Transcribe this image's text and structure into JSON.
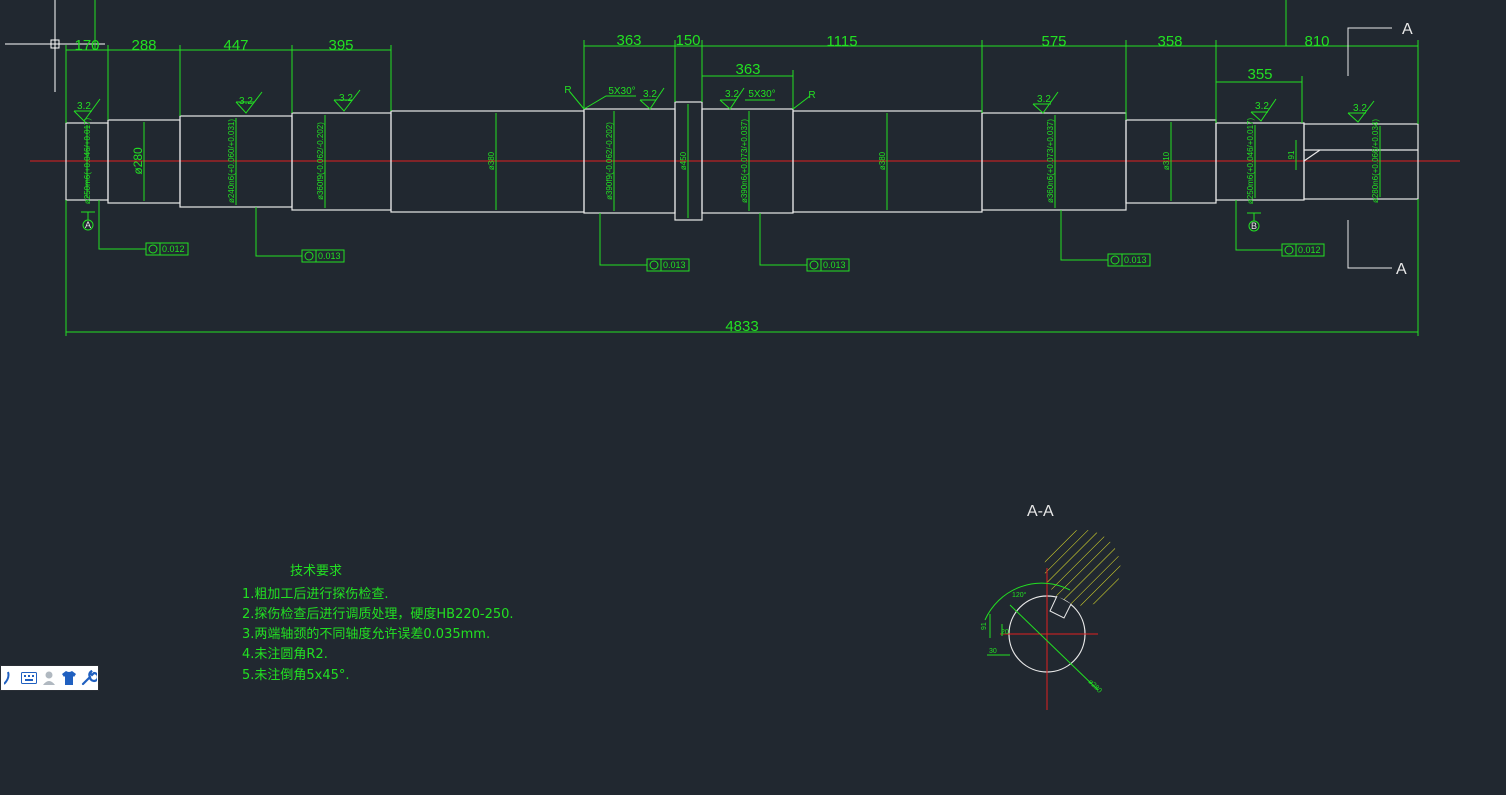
{
  "colors": {
    "background": "#212830",
    "dim": "#22e022",
    "part": "#e8e8e8",
    "centerline": "#e02020",
    "hatch": "#e8e82a",
    "cursor": "#ffffff"
  },
  "top_dims": [
    "170",
    "288",
    "447",
    "395",
    "363",
    "150",
    "1115",
    "575",
    "358",
    "810"
  ],
  "inner_dims": {
    "left_363": "363",
    "right_355": "355"
  },
  "overall_length": "4833",
  "roughness": "3.2",
  "chamfer_label": "5X30°",
  "small_r": "R",
  "section_marks": {
    "top": "A",
    "bottom": "A",
    "view_title": "A-A"
  },
  "datums": {
    "a": "A",
    "b": "B"
  },
  "diameters": [
    "ø250m6(+0.046/+0.017)",
    "ø280",
    "ø240n6(+0.060/+0.031)",
    "ø360f9(-0.062/-0.202)",
    "ø380",
    "ø390f9(-0.062/-0.202)",
    "ø450",
    "ø390n6(+0.073/+0.037)",
    "ø380",
    "ø360n6(+0.073/+0.037)",
    "ø310",
    "ø250m6(+0.046/+0.017)",
    "ø280n6(+0.066/+0.034)"
  ],
  "tolerance_frames": [
    "0.012",
    "0.013",
    "0.013",
    "0.013",
    "0.013",
    "0.012"
  ],
  "section_dims": {
    "angle": "120°",
    "height": "91",
    "width": "20",
    "offset": "30",
    "dia": "ø280"
  },
  "keyway_dim": "91",
  "notes": {
    "title": "技术要求",
    "items": [
      "1.粗加工后进行探伤检查.",
      "2.探伤检查后进行调质处理，硬度HB220-250.",
      "3.两端轴颈的不同轴度允许误差0.035mm.",
      "4.未注圆角R2.",
      "5.未注倒角5x45°."
    ]
  },
  "toolbar": {
    "icons": [
      "pen-icon",
      "keyboard-icon",
      "user-icon",
      "shirt-icon",
      "wrench-icon"
    ]
  }
}
